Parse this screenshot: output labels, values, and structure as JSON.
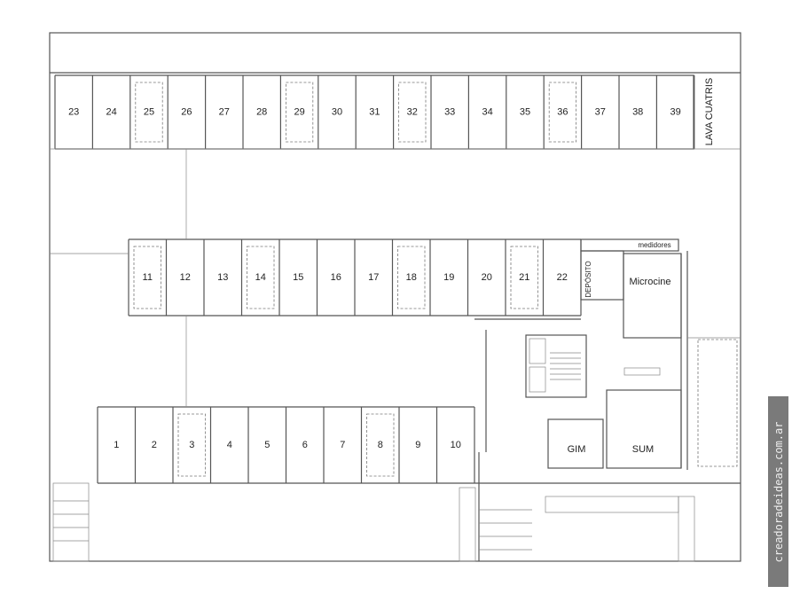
{
  "plan": {
    "top_row": [
      "23",
      "24",
      "25",
      "26",
      "27",
      "28",
      "29",
      "30",
      "31",
      "32",
      "33",
      "34",
      "35",
      "36",
      "37",
      "38",
      "39"
    ],
    "middle_row": [
      "11",
      "12",
      "13",
      "14",
      "15",
      "16",
      "17",
      "18",
      "19",
      "20",
      "21",
      "22"
    ],
    "bottom_row": [
      "1",
      "2",
      "3",
      "4",
      "5",
      "6",
      "7",
      "8",
      "9",
      "10"
    ],
    "cars_on": [
      "25",
      "29",
      "32",
      "36",
      "11",
      "14",
      "18",
      "21",
      "3",
      "8"
    ],
    "rooms": {
      "lava": "LAVA CUATRIS",
      "medidores": "medidores",
      "deposito": "DEPÓSITO",
      "microcine": "Microcine",
      "gim": "GIM",
      "sum": "SUM"
    }
  },
  "watermark": "creadoradeideas.com.ar"
}
